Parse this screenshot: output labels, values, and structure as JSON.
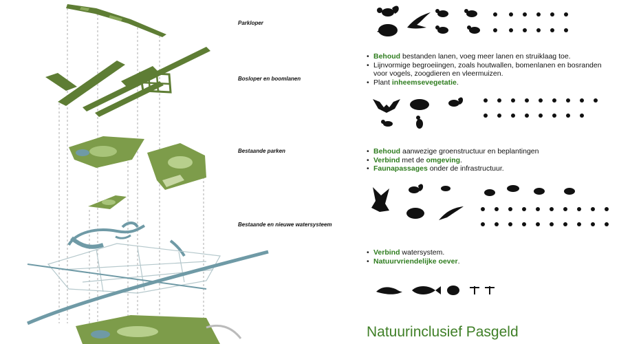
{
  "layers": [
    {
      "name": "Parkloper"
    },
    {
      "name": "Bosloper en boomlanen"
    },
    {
      "name": "Bestaande parken"
    },
    {
      "name": "Bestaande en nieuwe watersysteem"
    }
  ],
  "sections": [
    {
      "bullets": [
        {
          "pre": "",
          "hi": "Behoud",
          "post": " bestanden lanen, voeg meer lanen en struiklaag toe."
        },
        {
          "pre": "Lijnvormige begroeiingen, zoals houtwallen, bomenlanen en bosranden voor vogels, zoogdieren en vleermuizen.",
          "hi": "",
          "post": ""
        },
        {
          "pre": "Plant ",
          "hi": "inheemsevegetatie",
          "post": "."
        }
      ]
    },
    {
      "bullets": [
        {
          "pre": "",
          "hi": "Behoud",
          "post": " aanwezige groenstructuur en beplantingen"
        },
        {
          "pre": "",
          "hi": "Verbind",
          "post": " met de ",
          "hi2": "omgeving",
          "post2": "."
        },
        {
          "pre": "",
          "hi": "Faunapassages",
          "post": " onder de infrastructuur."
        }
      ]
    },
    {
      "bullets": [
        {
          "pre": "",
          "hi": "Verbind",
          "post": " watersystem."
        },
        {
          "pre": "",
          "hi": "Natuurvriendelijke oever",
          "post": "."
        }
      ]
    }
  ],
  "title": "Natuurinclusief Pasgeld",
  "colors": {
    "accent_green": "#2f7d1f",
    "title_green": "#3f7f27",
    "layer_green": "#5e7d34",
    "water": "#6f9aa6"
  },
  "icons": {
    "row1": [
      "squirrel-icon",
      "hedgehog-icon",
      "swift-icon",
      "bird-icon",
      "insect-icon"
    ],
    "row2": [
      "bat-icon",
      "hedgehog-icon",
      "squirrel-icon",
      "bird-icon",
      "insect-icon"
    ],
    "row3": [
      "owl-icon",
      "squirrel-icon",
      "hedgehog-icon",
      "swift-icon",
      "bird-icon",
      "insect-icon"
    ],
    "row4": [
      "newt-icon",
      "fish-icon",
      "frog-icon",
      "dragonfly-icon"
    ]
  }
}
